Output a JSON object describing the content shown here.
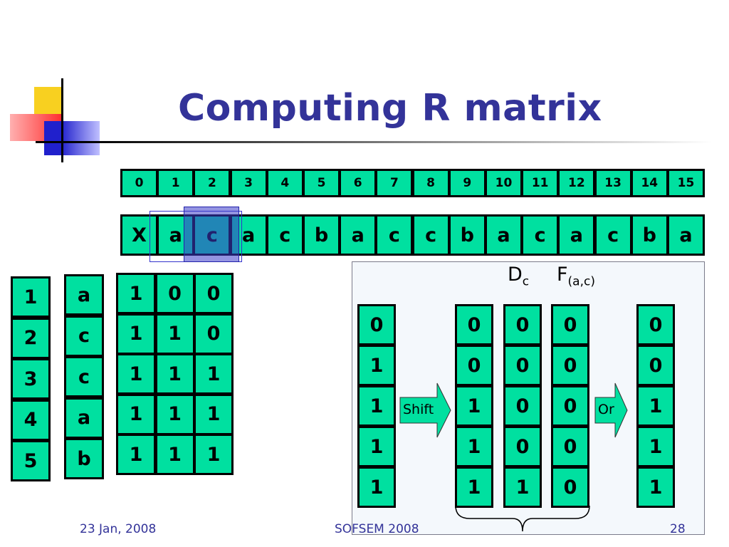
{
  "slide": {
    "title": "Computing R matrix",
    "footer_date": "23 Jan, 2008",
    "footer_center": "SOFSEM 2008",
    "page_number": "28"
  },
  "index_row": [
    "0",
    "1",
    "2",
    "3",
    "4",
    "5",
    "6",
    "7",
    "8",
    "9",
    "10",
    "11",
    "12",
    "13",
    "14",
    "15"
  ],
  "text_row": [
    "X",
    "a",
    "c",
    "a",
    "c",
    "b",
    "a",
    "c",
    "c",
    "b",
    "a",
    "c",
    "a",
    "c",
    "b",
    "a"
  ],
  "row_numbers": [
    "1",
    "2",
    "3",
    "4",
    "5"
  ],
  "pattern_chars": [
    "a",
    "c",
    "c",
    "a",
    "b"
  ],
  "r_matrix": [
    [
      "1",
      "0",
      "0"
    ],
    [
      "1",
      "1",
      "0"
    ],
    [
      "1",
      "1",
      "1"
    ],
    [
      "1",
      "1",
      "1"
    ],
    [
      "1",
      "1",
      "1"
    ]
  ],
  "computation": {
    "label_d": "D",
    "label_d_sub": "c",
    "label_f": "F",
    "label_f_sub": "(a,c)",
    "input_column": [
      "0",
      "1",
      "1",
      "1",
      "1"
    ],
    "shift_label": "Shift",
    "shifted_column": [
      "0",
      "0",
      "1",
      "1",
      "1"
    ],
    "d_column": [
      "0",
      "0",
      "0",
      "0",
      "1"
    ],
    "f_column": [
      "0",
      "0",
      "0",
      "0",
      "0"
    ],
    "or_label": "Or",
    "result_column": [
      "0",
      "0",
      "1",
      "1",
      "1"
    ]
  },
  "colors": {
    "title": "#333399",
    "cell_fill": "#00e0a0",
    "highlight": "#3333cc",
    "panel_bg": "#f4f8fc"
  }
}
